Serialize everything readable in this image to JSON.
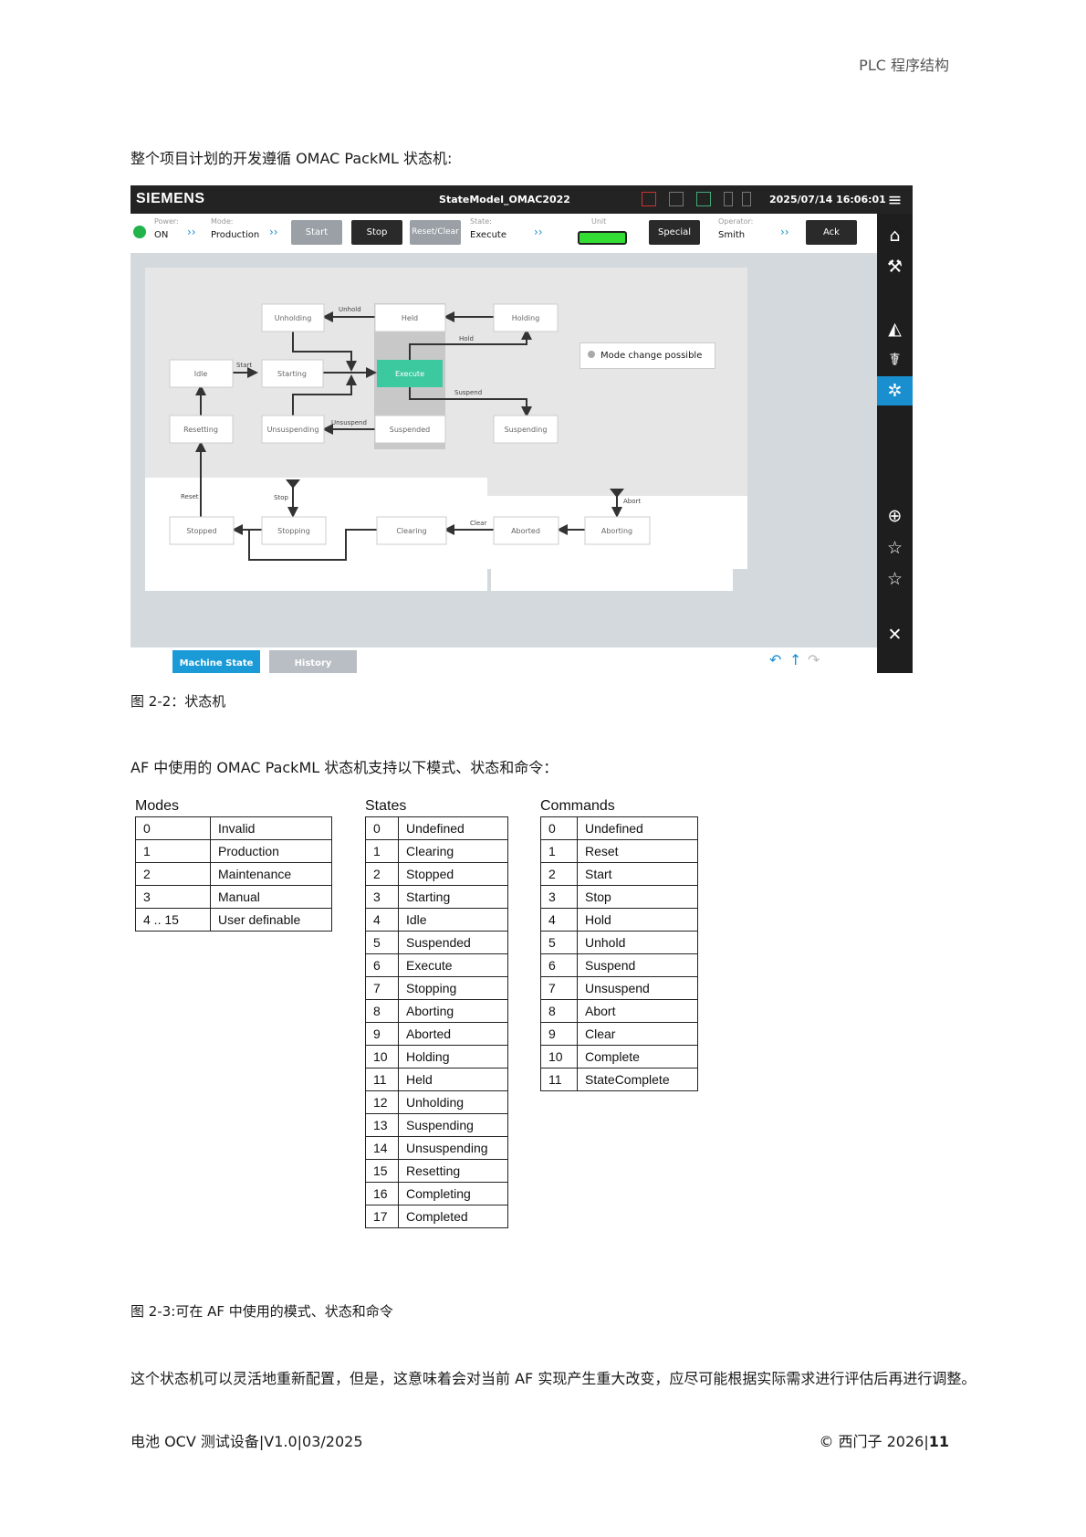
{
  "header": {
    "section": "PLC 程序结构"
  },
  "intro": "整个项目计划的开发遵循 OMAC PackML 状态机:",
  "hmi": {
    "brand": "SIEMENS",
    "title": "StateModel_OMAC2022",
    "datetime": "2025/07/14 16:06:01",
    "bar": {
      "power_label": "Power:",
      "power_value": "ON",
      "mode_label": "Mode:",
      "mode_value": "Production",
      "start": "Start",
      "stop": "Stop",
      "reset_clear": "Reset/Clear",
      "state_label": "State:",
      "state_value": "Execute",
      "unit_label": "Unit",
      "special": "Special",
      "operator_label": "Operator:",
      "operator_value": "Smith",
      "ack": "Ack"
    },
    "mode_change": "Mode change possible",
    "states": {
      "unholding": "Unholding",
      "held": "Held",
      "holding": "Holding",
      "idle": "Idle",
      "starting": "Starting",
      "execute": "Execute",
      "resetting": "Resetting",
      "unsuspending": "Unsuspending",
      "suspended": "Suspended",
      "suspending": "Suspending",
      "stopped": "Stopped",
      "stopping": "Stopping",
      "clearing": "Clearing",
      "aborted": "Aborted",
      "aborting": "Aborting"
    },
    "commands": {
      "unhold": "Unhold",
      "hold": "Hold",
      "start": "Start",
      "suspend": "Suspend",
      "unsuspend": "Unsuspend",
      "reset": "Reset",
      "stop": "Stop",
      "clear": "Clear",
      "abort": "Abort"
    },
    "tabs": {
      "machine_state": "Machine State",
      "history": "History"
    },
    "side_icons": [
      "menu-icon",
      "home-icon",
      "tools-icon",
      "alarm-icon",
      "diagnostics-icon",
      "network-icon",
      "globe-icon",
      "star-icon",
      "star-outline-icon",
      "settings-icon"
    ],
    "colors": {
      "execute": "#3dc9a0",
      "accent": "#1a8fd0",
      "dark": "#232323",
      "unit_ok": "#33dd33"
    }
  },
  "figure_2_2_caption": "图 2-2：状态机",
  "tables_intro": "AF 中使用的 OMAC PackML 状态机支持以下模式、状态和命令：",
  "modes": {
    "title": "Modes",
    "rows": [
      [
        "0",
        "Invalid"
      ],
      [
        "1",
        "Production"
      ],
      [
        "2",
        "Maintenance"
      ],
      [
        "3",
        "Manual"
      ],
      [
        "4 .. 15",
        "User definable"
      ]
    ]
  },
  "states": {
    "title": "States",
    "rows": [
      [
        "0",
        "Undefined"
      ],
      [
        "1",
        "Clearing"
      ],
      [
        "2",
        "Stopped"
      ],
      [
        "3",
        "Starting"
      ],
      [
        "4",
        "Idle"
      ],
      [
        "5",
        "Suspended"
      ],
      [
        "6",
        "Execute"
      ],
      [
        "7",
        "Stopping"
      ],
      [
        "8",
        "Aborting"
      ],
      [
        "9",
        "Aborted"
      ],
      [
        "10",
        "Holding"
      ],
      [
        "11",
        "Held"
      ],
      [
        "12",
        "Unholding"
      ],
      [
        "13",
        "Suspending"
      ],
      [
        "14",
        "Unsuspending"
      ],
      [
        "15",
        "Resetting"
      ],
      [
        "16",
        "Completing"
      ],
      [
        "17",
        "Completed"
      ]
    ]
  },
  "commands": {
    "title": "Commands",
    "rows": [
      [
        "0",
        "Undefined"
      ],
      [
        "1",
        "Reset"
      ],
      [
        "2",
        "Start"
      ],
      [
        "3",
        "Stop"
      ],
      [
        "4",
        "Hold"
      ],
      [
        "5",
        "Unhold"
      ],
      [
        "6",
        "Suspend"
      ],
      [
        "7",
        "Unsuspend"
      ],
      [
        "8",
        "Abort"
      ],
      [
        "9",
        "Clear"
      ],
      [
        "10",
        "Complete"
      ],
      [
        "11",
        "StateComplete"
      ]
    ]
  },
  "figure_2_3_caption": "图 2-3:可在 AF 中使用的模式、状态和命令",
  "closing": "这个状态机可以灵活地重新配置，但是，这意味着会对当前 AF 实现产生重大改变，应尽可能根据实际需求进行评估后再进行调整。",
  "footer": {
    "left": "电池 OCV 测试设备|V1.0|03/2025",
    "right_prefix": "© 西门子 2026|",
    "page": "11"
  }
}
